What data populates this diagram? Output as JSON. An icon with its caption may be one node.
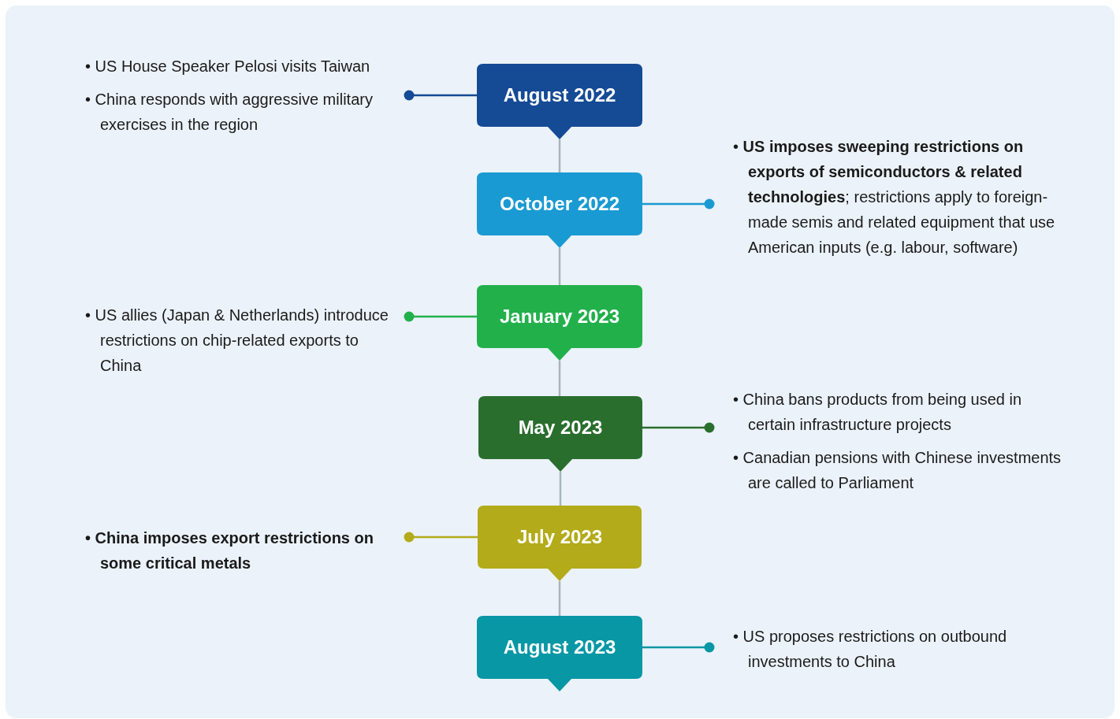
{
  "diagram": {
    "nodes": [
      {
        "text": [
          "• US House Speaker Pelosi visits Taiwan",
          "• China responds with aggressive military exercises in the region"
        ]
      },
      {
        "text": [
          "August 2022"
        ]
      },
      {
        "text": [
          "October 2022"
        ]
      },
      {
        "text": [
          "• **US imposes sweeping restrictions on exports of semiconductors & related technologies**; restrictions apply to foreign-made semis and related equipment that use American inputs (e.g. labour, software)"
        ]
      },
      {
        "text": [
          "• US allies (Japan & Netherlands) introduce restrictions on chip-related exports to China"
        ]
      },
      {
        "text": [
          "January 2023"
        ]
      },
      {
        "text": [
          "May 2023"
        ]
      },
      {
        "text": [
          "• China bans products from being used in certain infrastructure projects",
          "• Canadian pensions with Chinese investments are called to Parliament"
        ]
      },
      {
        "text": [
          "• China imposes export restrictions on some critical metals"
        ]
      },
      {
        "text": [
          "July 2023"
        ]
      },
      {
        "text": [
          "August 2023"
        ]
      },
      {
        "text": [
          "• US proposes restrictions on outbound investments to China"
        ]
      }
    ],
    "edges": [
      {
        "from": 1,
        "to": 0,
        "arrow": "other",
        "color": "#154a95"
      },
      {
        "from": 1,
        "to": 2,
        "arrow": "none"
      },
      {
        "from": 2,
        "to": 3,
        "arrow": "other",
        "color": "#1a9ad2"
      },
      {
        "from": 2,
        "to": 5,
        "arrow": "none"
      },
      {
        "from": 5,
        "to": 4,
        "arrow": "other",
        "color": "#22b04b"
      },
      {
        "from": 5,
        "to": 6,
        "arrow": "none"
      },
      {
        "from": 6,
        "to": 7,
        "arrow": "other",
        "color": "#2a6e2e"
      },
      {
        "from": 6,
        "to": 9,
        "arrow": "none"
      },
      {
        "from": 9,
        "to": 8,
        "arrow": "other",
        "color": "#b3ab1a"
      },
      {
        "from": 9,
        "to": 10,
        "arrow": "none"
      },
      {
        "from": 10,
        "to": 11,
        "arrow": "other",
        "color": "#0797a5"
      }
    ]
  }
}
